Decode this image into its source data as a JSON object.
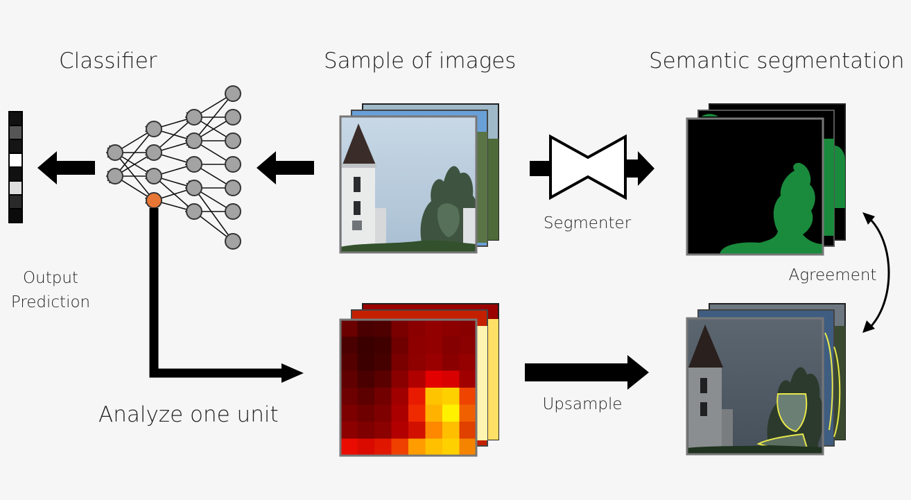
{
  "headings": {
    "classifier": "Classifier",
    "sample": "Sample of images",
    "segmentation": "Semantic segmentation"
  },
  "labels": {
    "output_line1": "Output",
    "output_line2": "Prediction",
    "segmenter": "Segmenter",
    "agreement": "Agreement",
    "upsample": "Upsample",
    "analyze": "Analyze one unit"
  },
  "output_vector_shades": [
    "#111111",
    "#555555",
    "#151515",
    "#ffffff",
    "#111111",
    "#dddddd",
    "#2a2a2a",
    "#0b0b0b"
  ],
  "colors": {
    "background": "#f6f6f6",
    "neuron": "#a3a3a3",
    "selected_neuron": "#e87736",
    "segment_fill": "#1a8a3c",
    "highlight_outline": "#e8e84a"
  },
  "heatmap_rows": [
    [
      "#6b0000",
      "#4a0000",
      "#4e0000",
      "#7a0000",
      "#8a0000",
      "#930000",
      "#8c0000",
      "#880000"
    ],
    [
      "#4a0000",
      "#3a0000",
      "#400000",
      "#700000",
      "#8e0000",
      "#920000",
      "#850000",
      "#8b0000"
    ],
    [
      "#550000",
      "#3c0000",
      "#450000",
      "#7a0000",
      "#8f0000",
      "#9a0000",
      "#8a0000",
      "#950000"
    ],
    [
      "#600000",
      "#4a0000",
      "#5a0000",
      "#8a0000",
      "#b10000",
      "#e20000",
      "#d80000",
      "#a00000"
    ],
    [
      "#6d0000",
      "#5c0000",
      "#730000",
      "#a00000",
      "#e81a00",
      "#ffc400",
      "#ffd000",
      "#ee4400"
    ],
    [
      "#7d0000",
      "#6e0000",
      "#7e0000",
      "#aa0000",
      "#f02a00",
      "#ffb300",
      "#fff100",
      "#f06000"
    ],
    [
      "#8c0000",
      "#7e0000",
      "#8b0000",
      "#b20000",
      "#d21000",
      "#ff8800",
      "#ffbf00",
      "#e04000"
    ],
    [
      "#ea0c00",
      "#da0a00",
      "#e01600",
      "#f04000",
      "#ff9c00",
      "#ffc000",
      "#ffd000",
      "#f58400"
    ]
  ]
}
